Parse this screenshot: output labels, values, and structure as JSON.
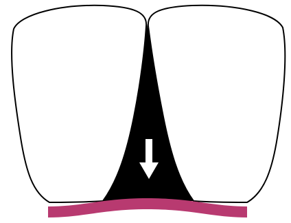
{
  "diagram": {
    "description_shapes": [
      "left-tooth",
      "right-tooth",
      "interdental-gap",
      "gum-line",
      "down-arrow"
    ],
    "colors": {
      "background": "#ffffff",
      "tooth_fill": "#ffffff",
      "outline": "#000000",
      "gap_fill": "#000000",
      "gum": "#b83a70",
      "arrow": "#ffffff"
    },
    "arrow_direction": "down"
  }
}
